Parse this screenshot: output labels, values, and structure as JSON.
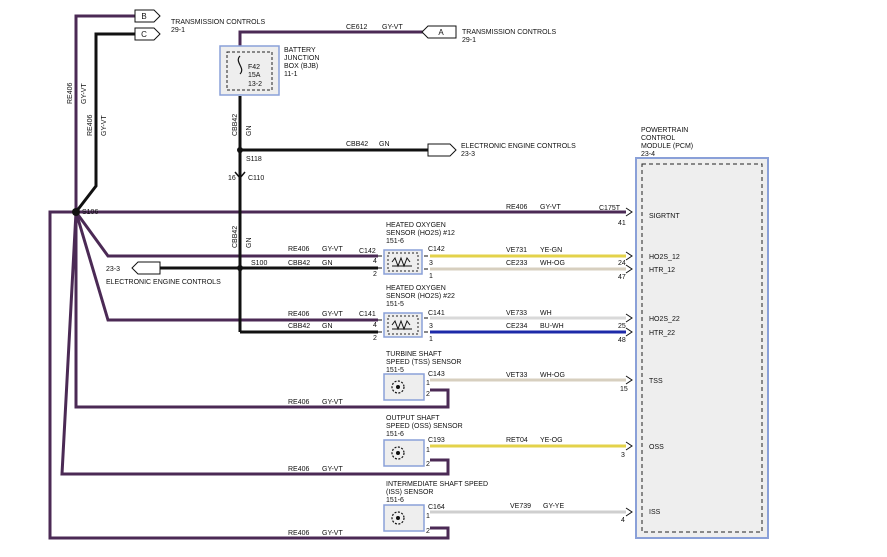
{
  "colors": {
    "purple": "#4b2a55",
    "black": "#111111",
    "yellow": "#e3d24a",
    "beige": "#d7cfbf",
    "white": "#d9d9d9",
    "blue": "#1d2aa8",
    "pcm_border": "#8aa0d8",
    "pcm_fill": "#eeeeee"
  },
  "top": {
    "conn_b": "B",
    "conn_c": "C",
    "trans_label_1": "TRANSMISSION CONTROLS",
    "trans_page_1": "29-1",
    "ce612": "CE612",
    "gy_vt": "GY-VT",
    "conn_a": "A",
    "trans_label_2": "TRANSMISSION CONTROLS",
    "trans_page_2": "29-1"
  },
  "bjb": {
    "fuse": "F42",
    "amp": "15A",
    "ref": "13-2",
    "title_1": "BATTERY",
    "title_2": "JUNCTION",
    "title_3": "BOX (BJB)",
    "page": "11-1"
  },
  "wires": {
    "re406": "RE406",
    "gy_vt": "GY-VT",
    "cbb42": "CBB42",
    "gn": "GN"
  },
  "splices": {
    "s118": "S118",
    "c110_pin": "16",
    "c110": "C110",
    "s106": "S106",
    "s100": "S100"
  },
  "eec": {
    "label": "ELECTRONIC ENGINE CONTROLS",
    "page": "23-3"
  },
  "pcm": {
    "title_1": "POWERTRAIN",
    "title_2": "CONTROL",
    "title_3": "MODULE (PCM)",
    "page": "23-4",
    "c175t": "C175T",
    "pins": [
      {
        "name": "SIGRTNT",
        "pin": "41"
      },
      {
        "name": "HO2S_12",
        "pin": "24"
      },
      {
        "name": "HTR_12",
        "pin": "47"
      },
      {
        "name": "HO2S_22",
        "pin": "25"
      },
      {
        "name": "HTR_22",
        "pin": "48"
      },
      {
        "name": "TSS",
        "pin": "15"
      },
      {
        "name": "OSS",
        "pin": "3"
      },
      {
        "name": "ISS",
        "pin": "4"
      }
    ]
  },
  "ho2s12": {
    "title_1": "HEATED OXYGEN",
    "title_2": "SENSOR (HO2S) #12",
    "page": "151-6",
    "conn_left": "C142",
    "conn_right": "C142",
    "sig_circuit": "VE731",
    "sig_color": "YE-GN",
    "htr_circuit": "CE233",
    "htr_color": "WH-OG",
    "pin_l4": "4",
    "pin_l2": "2",
    "pin_r3": "3",
    "pin_r1": "1"
  },
  "ho2s22": {
    "title_1": "HEATED OXYGEN",
    "title_2": "SENSOR (HO2S) #22",
    "page": "151-5",
    "conn_left": "C141",
    "conn_right": "C141",
    "sig_circuit": "VE733",
    "sig_color": "WH",
    "htr_circuit": "CE234",
    "htr_color": "BU-WH",
    "pin_l4": "4",
    "pin_l2": "2",
    "pin_r3": "3",
    "pin_r1": "1"
  },
  "tss": {
    "title_1": "TURBINE SHAFT",
    "title_2": "SPEED (TSS)  SENSOR",
    "page": "151-5",
    "conn": "C143",
    "circuit": "VET33",
    "color": "WH-OG",
    "pin_1": "1",
    "pin_2": "2"
  },
  "oss": {
    "title_1": "OUTPUT SHAFT",
    "title_2": "SPEED (OSS)  SENSOR",
    "page": "151-6",
    "conn": "C193",
    "circuit": "RET04",
    "color": "YE-OG",
    "pin_1": "1",
    "pin_2": "2"
  },
  "iss": {
    "title_1": "INTERMEDIATE SHAFT SPEED",
    "title_2": "(ISS) SENSOR",
    "page": "151-6",
    "conn": "C164",
    "circuit": "VE739",
    "color": "GY-YE",
    "pin_1": "1",
    "pin_2": "2"
  }
}
